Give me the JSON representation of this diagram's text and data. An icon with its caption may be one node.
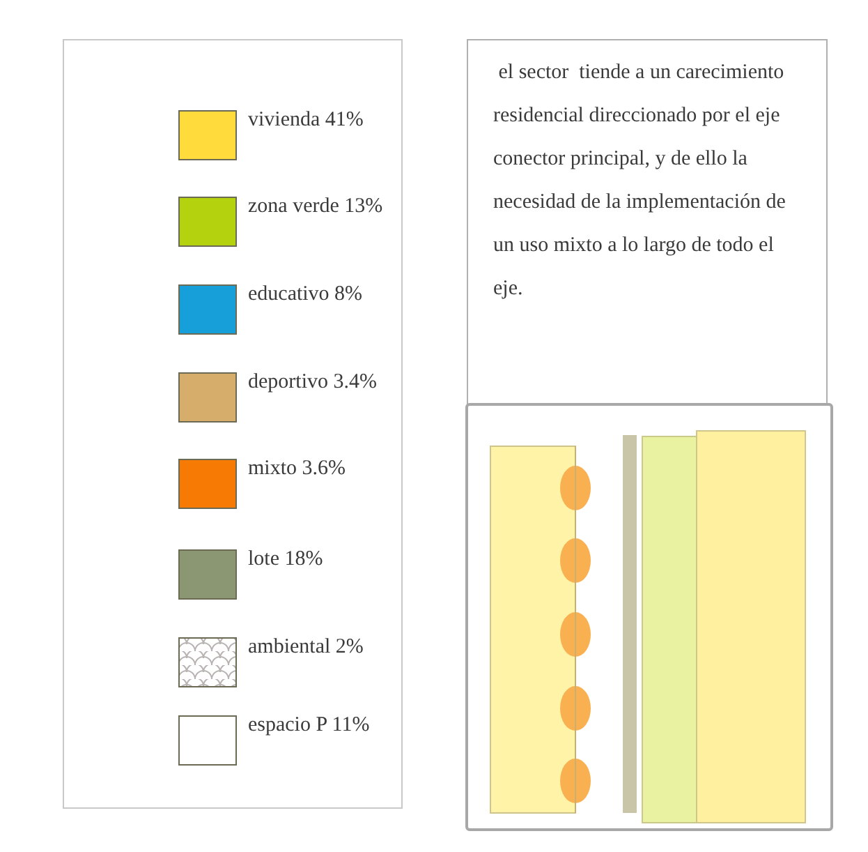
{
  "diagram": {
    "nodes": [
      {
        "text": [
          " el sector  tiende a un carecimiento residencial direccionado por el eje conector principal, y de ello la necesidad de la implementación de un uso mixto a lo largo de todo el eje."
        ]
      }
    ],
    "legend": [
      {
        "text": "vivienda 41%",
        "color": "#ffdc3c"
      },
      {
        "text": "zona verde 13%",
        "color": "#b5d20f"
      },
      {
        "text": "educativo 8%",
        "color": "#169fd8"
      },
      {
        "text": "deportivo 3.4%",
        "color": "#d6ad6a"
      },
      {
        "text": "mixto 3.6%",
        "color": "#f77a05"
      },
      {
        "text": "lote 18%",
        "color": "#8b9673"
      },
      {
        "text": "ambiental 2%"
      },
      {
        "text": "espacio P 11%",
        "color": "#ffffff"
      }
    ]
  }
}
